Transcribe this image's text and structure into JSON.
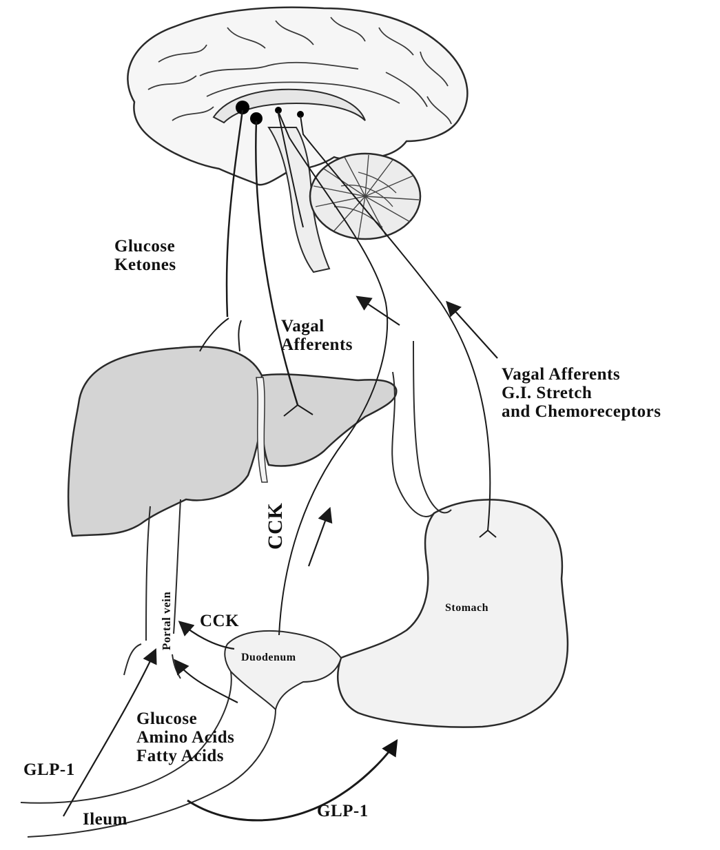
{
  "labels": {
    "glucose_ketones": [
      "Glucose",
      "Ketones"
    ],
    "vagal_afferents_liver": [
      "Vagal",
      "Afferents"
    ],
    "vagal_afferents_gi": [
      "Vagal Afferents",
      "G.I. Stretch",
      "and Chemoreceptors"
    ],
    "cck_vertical": "CCK",
    "cck_horizontal": "CCK",
    "portal_vein": "Portal vein",
    "stomach": "Stomach",
    "duodenum": "Duodenum",
    "nutrients": [
      "Glucose",
      "Amino Acids",
      "Fatty Acids"
    ],
    "glp1_left": "GLP-1",
    "glp1_bottom": "GLP-1",
    "ileum": "Ileum"
  },
  "colors": {
    "line": "#1a1a1a",
    "organ_fill": "#d2d2d2",
    "organ_stroke": "#333333",
    "background": "#ffffff"
  }
}
